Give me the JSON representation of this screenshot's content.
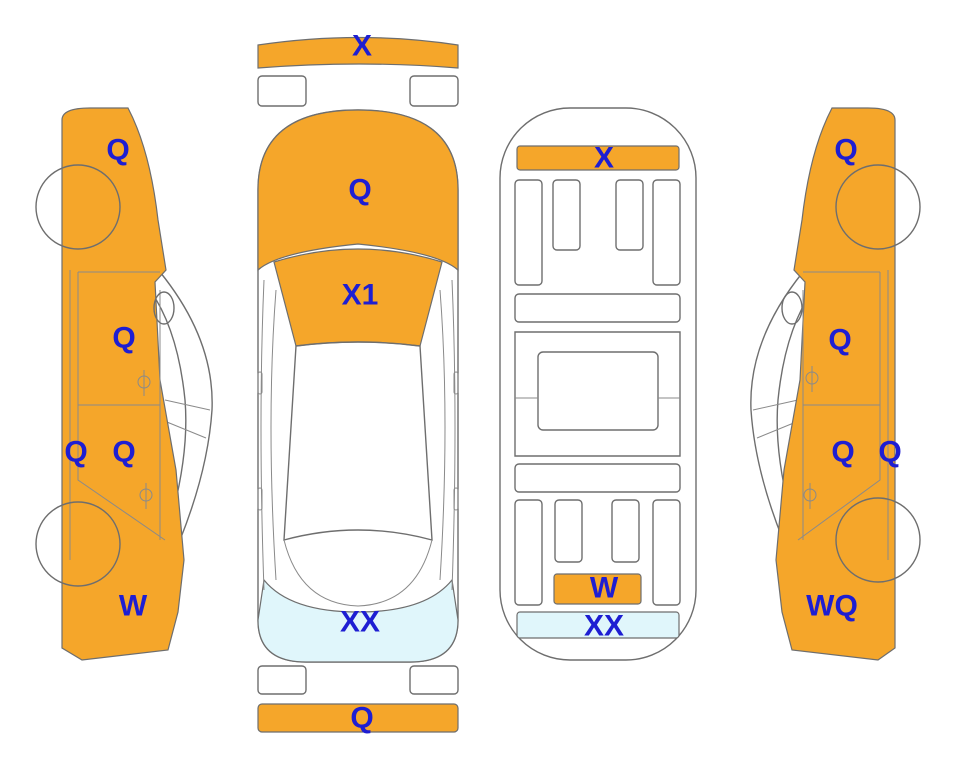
{
  "colors": {
    "damage_orange": "#F5A62A",
    "light_blue": "#E0F6FB",
    "label_blue": "#1E1ED2",
    "outline_gray": "#6E6E6E"
  },
  "labels": {
    "front_bumper": "X",
    "top_hood": "Q",
    "top_windshield": "X1",
    "top_rear_window": "XX",
    "rear_bumper": "Q",
    "under_front": "X",
    "under_rear_w": "W",
    "under_rear_xx": "XX",
    "left_front_fender": "Q",
    "left_front_door": "Q",
    "left_rear_door": "Q",
    "left_rocker": "Q",
    "left_quarter": "W",
    "right_front_fender": "Q",
    "right_front_door": "Q",
    "right_rear_door": "Q",
    "right_rocker": "Q",
    "right_quarter": "WQ"
  }
}
